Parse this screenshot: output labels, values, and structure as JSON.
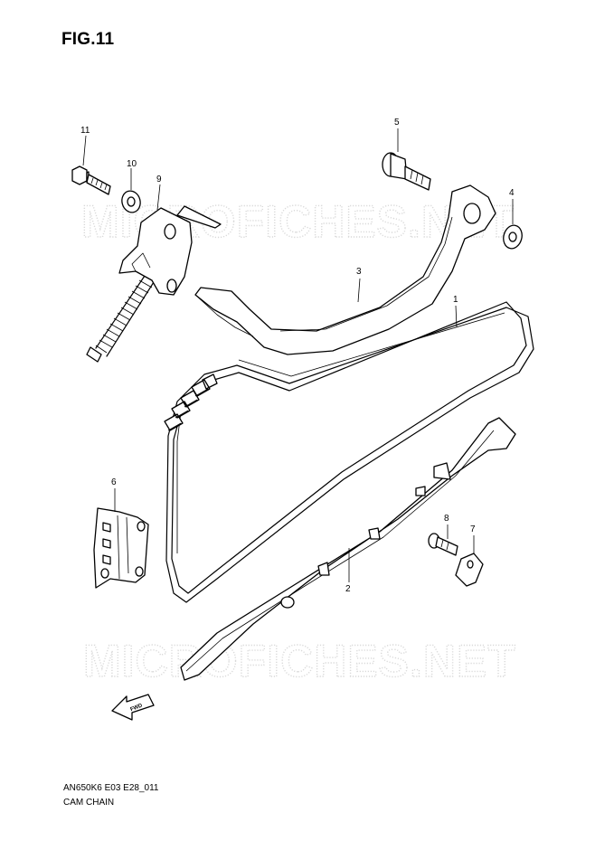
{
  "figure": {
    "title": "FIG.11",
    "code": "AN650K6 E03 E28_011",
    "caption": "CAM CHAIN"
  },
  "watermark": {
    "text": "MICROFICHES.NET",
    "color": "#d9d9d9"
  },
  "direction_arrow": {
    "label": "FWD"
  },
  "callouts": [
    {
      "number": "1",
      "part": "cam-chain"
    },
    {
      "number": "2",
      "part": "chain-guide"
    },
    {
      "number": "3",
      "part": "chain-tensioner-arm"
    },
    {
      "number": "4",
      "part": "washer"
    },
    {
      "number": "5",
      "part": "pivot-bolt"
    },
    {
      "number": "6",
      "part": "chain-guide-plate"
    },
    {
      "number": "7",
      "part": "guide-retainer"
    },
    {
      "number": "8",
      "part": "retainer-bolt"
    },
    {
      "number": "9",
      "part": "tensioner-adjuster"
    },
    {
      "number": "10",
      "part": "gasket"
    },
    {
      "number": "11",
      "part": "adjuster-bolt"
    }
  ]
}
